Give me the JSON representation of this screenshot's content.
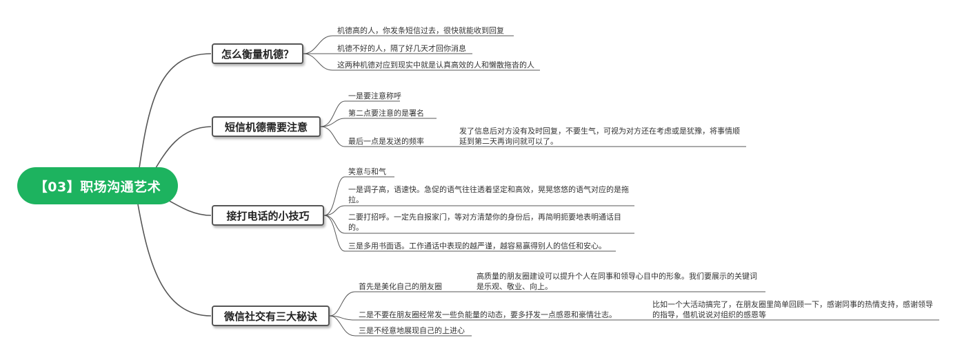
{
  "root": {
    "label": "【03】职场沟通艺术"
  },
  "branches": [
    {
      "label": "怎么衡量机德？",
      "items": [
        "机德高的人，你发条短信过去，很快就能收到回复",
        "机德不好的人，隔了好几天才回你消息",
        "这两种机德对应到现实中就是认真高效的人和懒散拖沓的人"
      ]
    },
    {
      "label": "短信机德需要注意",
      "items": [
        "一是要注意称呼",
        "第二点要注意的是署名",
        "最后一点是发送的频率"
      ],
      "sub": "发了信息后对方没有及时回复，不要生气，可视为对方还在考虑或是犹豫，将事情顺延到第二天再询问就可以了。"
    },
    {
      "label": "接打电话的小技巧",
      "items": [
        "笑意与和气",
        "一是调子高，语速快。急促的语气往往透着坚定和高效，晃晃悠悠的语气对应的是拖拉。",
        "二要打招呼。一定先自报家门，等对方清楚你的身份后，再简明扼要地表明通话目的。",
        "三是多用书面语。工作通话中表现的越严谨，越容易赢得别人的信任和安心。"
      ]
    },
    {
      "label": "微信社交有三大秘诀",
      "items": [
        "首先是美化自己的朋友圈",
        "二是不要在朋友圈经常发一些负能量的动态，要多抒发一点感恩和豪情壮志。",
        "三是不经意地展现自己的上进心"
      ],
      "subs": [
        "高质量的朋友圈建设可以提升个人在同事和领导心目中的形象。我们要展示的关键词是乐观、敬业、向上。",
        "比如一个大活动搞完了，在朋友圈里简单回顾一下，感谢同事的热情支持，感谢领导的指导，借机说说对组织的感恩等"
      ]
    }
  ],
  "colors": {
    "root_bg": "#1db35f",
    "root_text": "#ffffff",
    "line": "#555555",
    "underline": "#555555"
  }
}
